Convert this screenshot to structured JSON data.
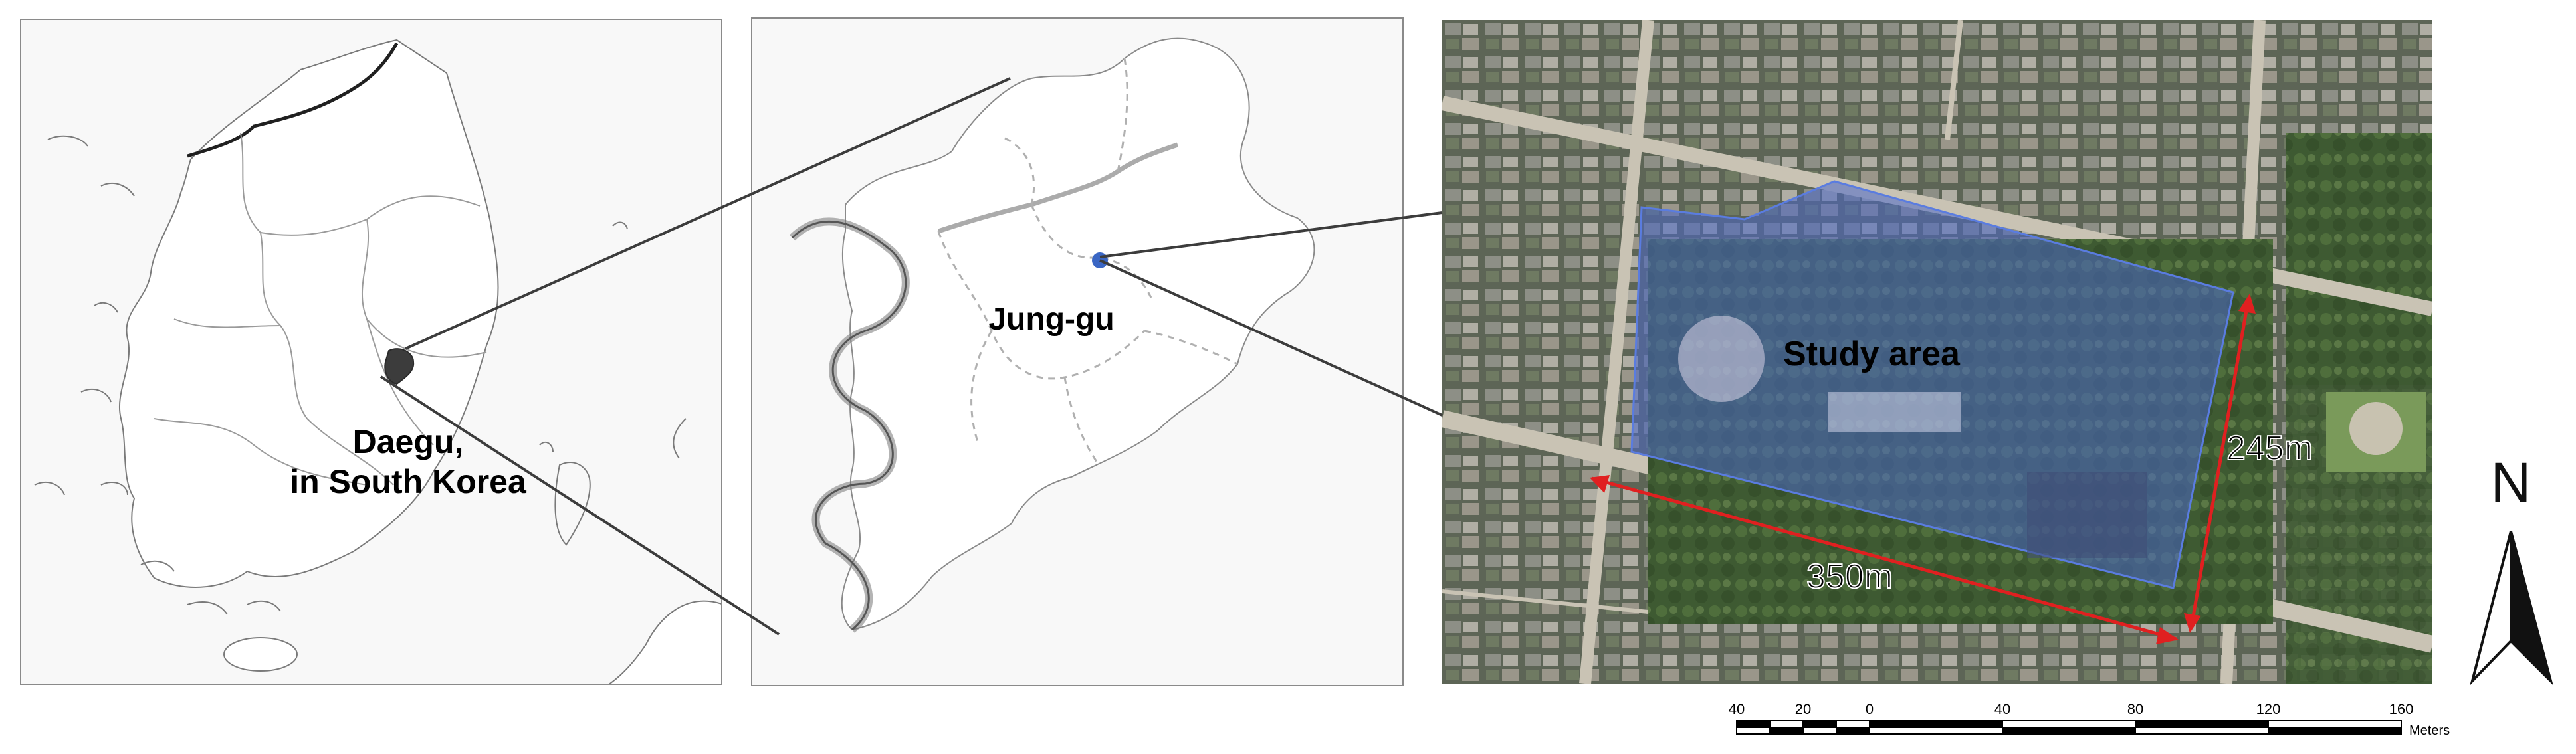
{
  "panel_korea": {
    "label_line1": "Daegu,",
    "label_line2": "in South Korea"
  },
  "panel_daegu": {
    "label": "Jung-gu"
  },
  "panel_satellite": {
    "study_label": "Study area",
    "width_dimension": "350m",
    "height_dimension": "245m"
  },
  "north_arrow": {
    "label": "N"
  },
  "scale_bar": {
    "ticks": [
      "40",
      "20",
      "0",
      "40",
      "80",
      "120",
      "160"
    ],
    "unit": "Meters"
  },
  "colors": {
    "study_area_fill": "#4a68c8",
    "dimension_arrow": "#e02020",
    "jung_gu_marker": "#3a66c4",
    "leader_line": "#3c3c3c"
  }
}
